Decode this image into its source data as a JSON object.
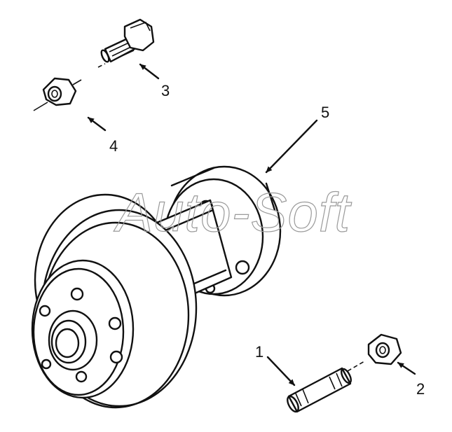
{
  "callouts": {
    "c1": "1",
    "c2": "2",
    "c3": "3",
    "c4": "4",
    "c5": "5"
  },
  "watermark": "Auto-Soft",
  "colors": {
    "ink": "#111111",
    "watermark": "#9a9a9a",
    "background": "#ffffff"
  }
}
